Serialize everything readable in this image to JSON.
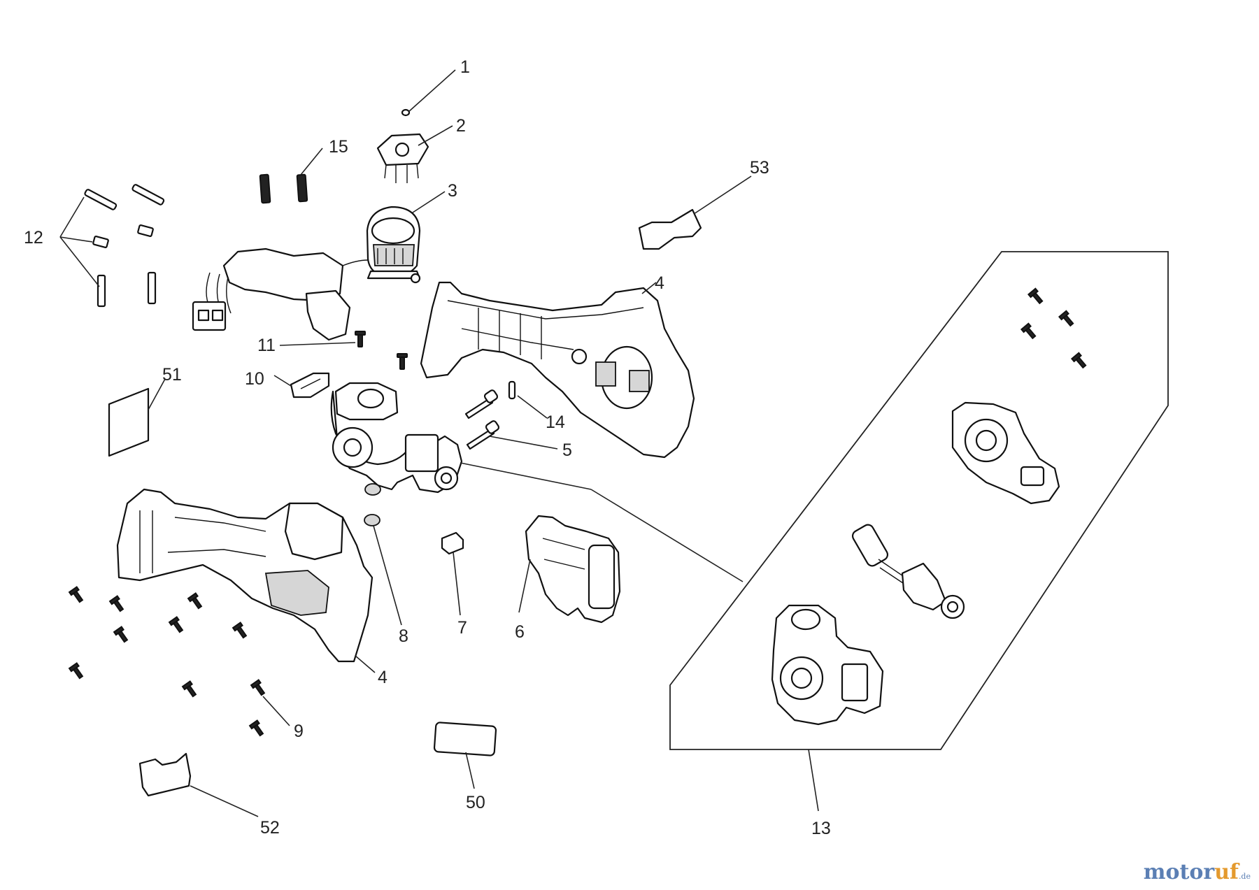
{
  "diagram": {
    "callouts": [
      "1",
      "2",
      "3",
      "4",
      "5",
      "6",
      "7",
      "8",
      "9",
      "10",
      "11",
      "12",
      "13",
      "14",
      "15",
      "4",
      "50",
      "51",
      "52",
      "53"
    ]
  },
  "watermark": {
    "brand_a": "motor",
    "brand_b": "uf",
    "suffix": ".de"
  },
  "colors": {
    "line": "#111111",
    "watermark_blue": "#5b7fb4",
    "watermark_orange": "#e49a2e"
  }
}
